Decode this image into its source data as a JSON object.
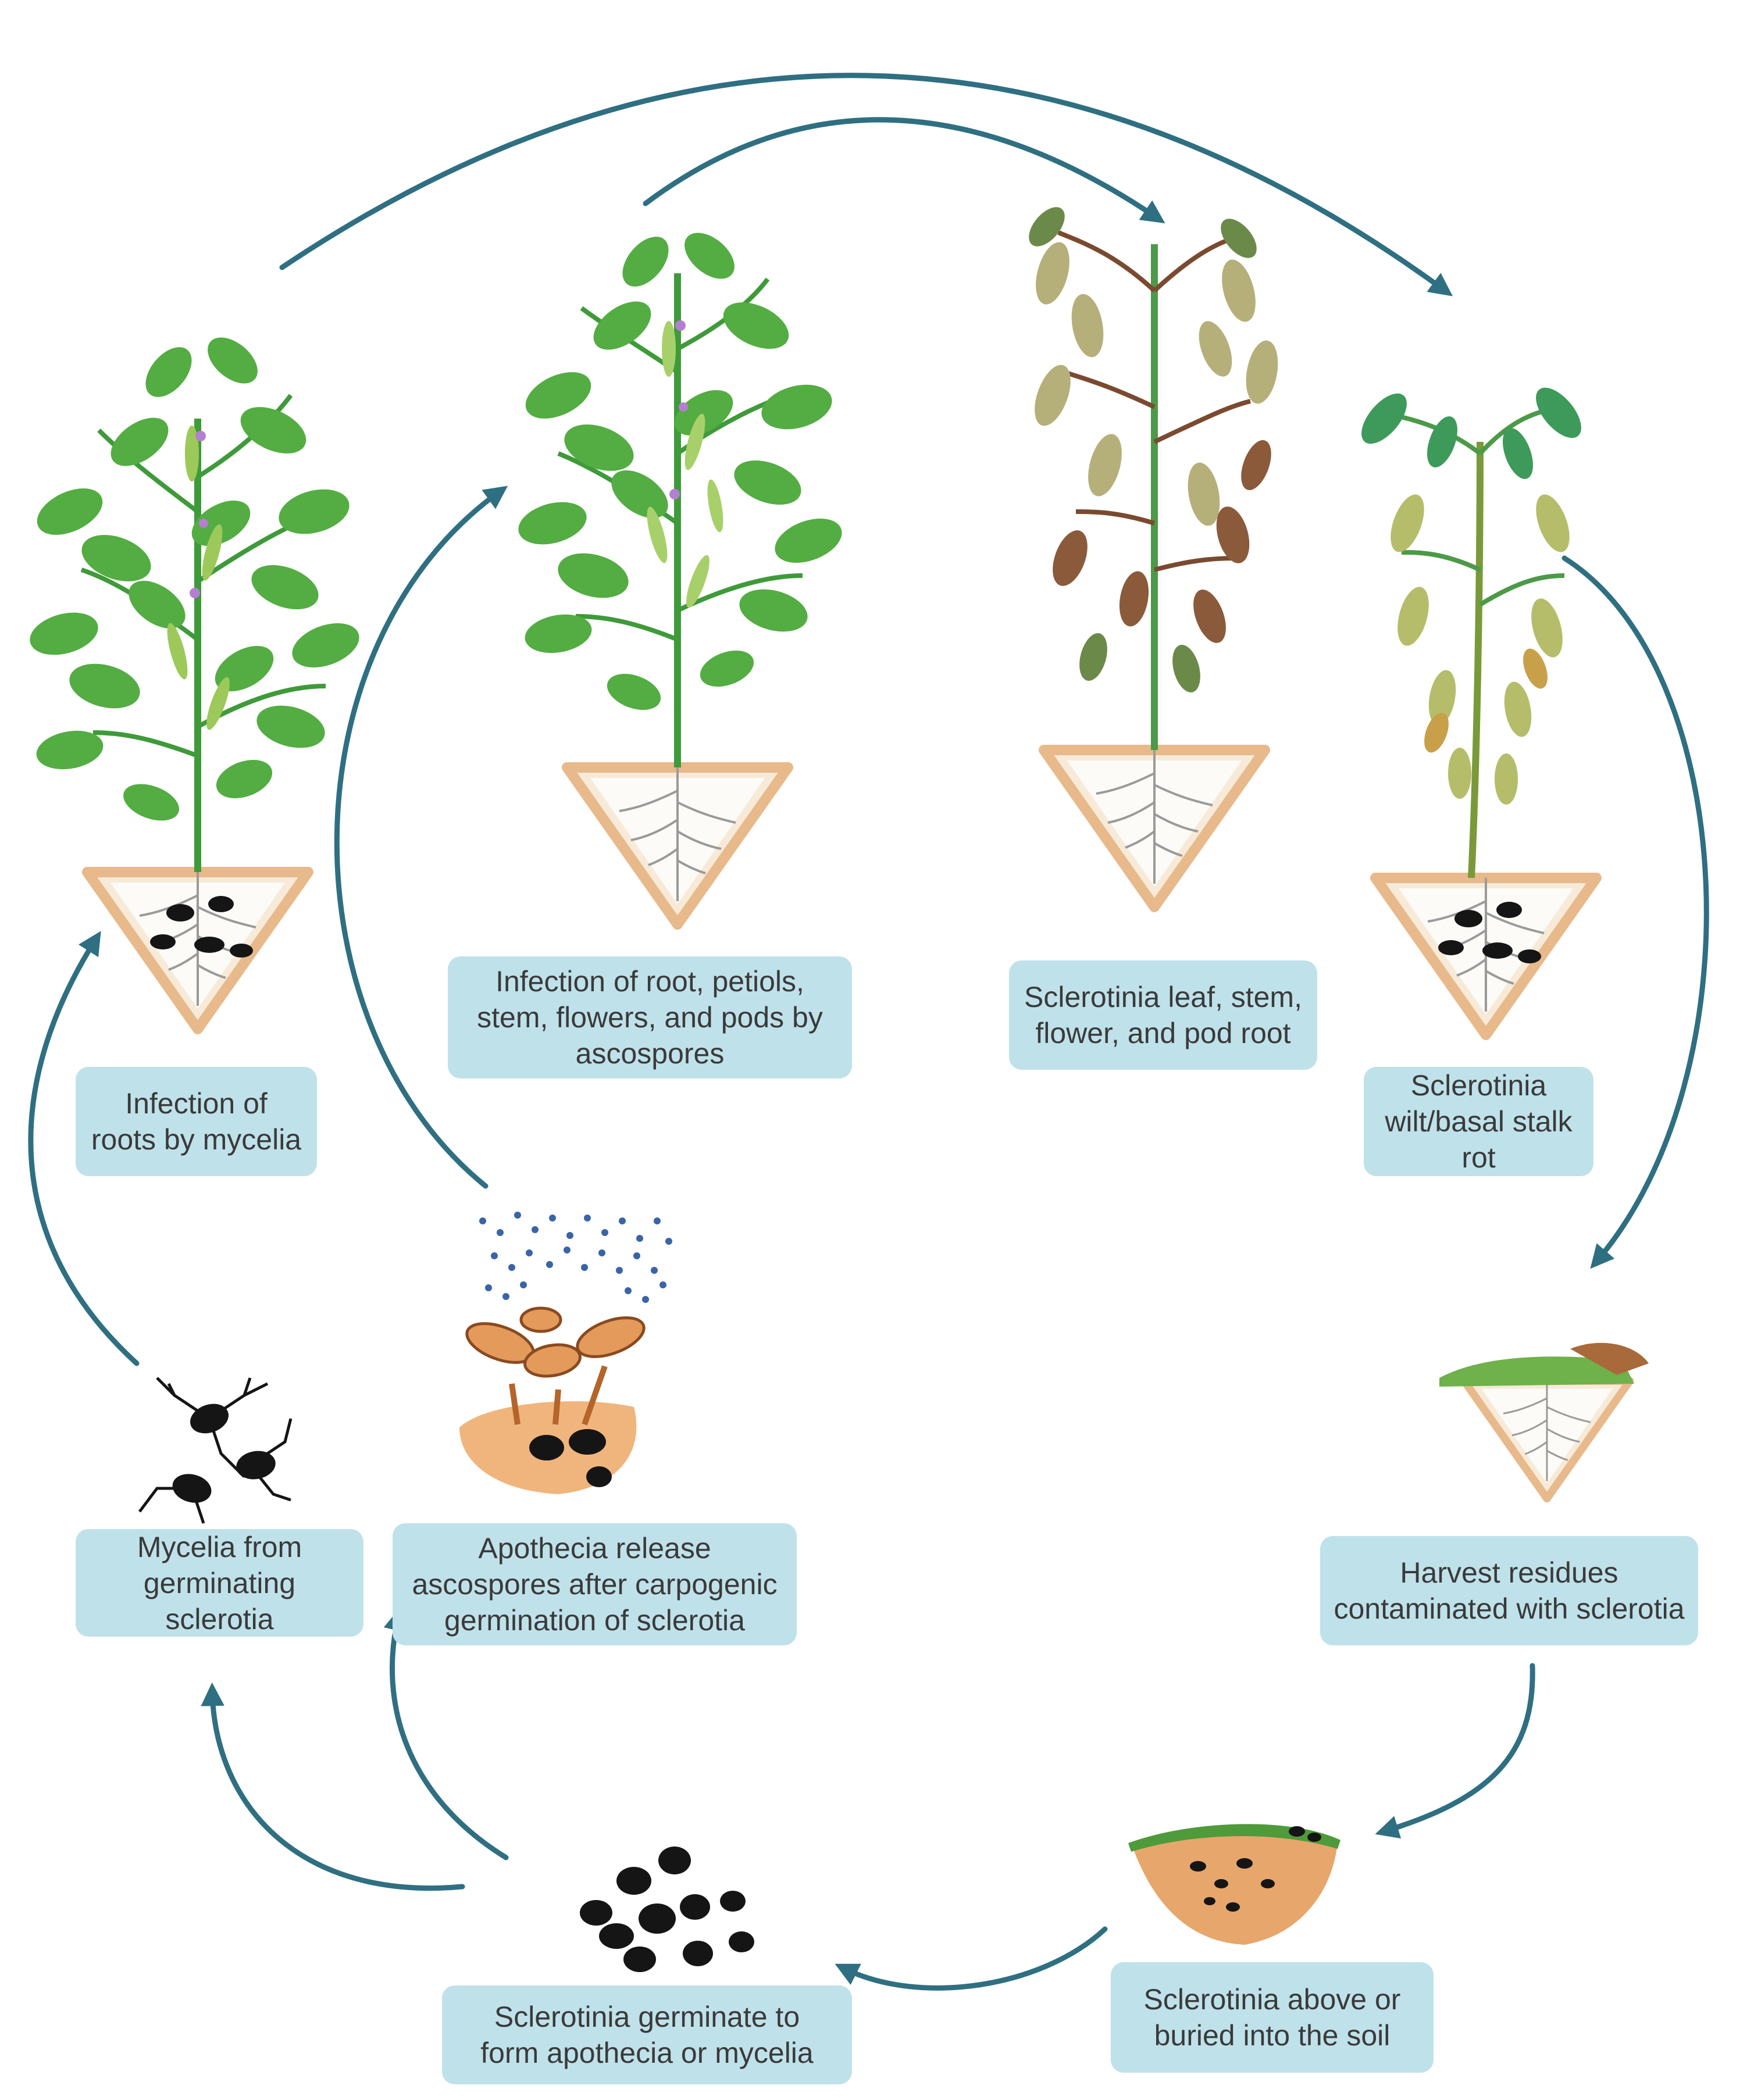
{
  "labels": {
    "roots_mycelia": "Infection of\nroots by mycelia",
    "ascospores_infection": "Infection of root, petiols,\nstem, flowers, and pods by\nascospores",
    "leaf_stem_rot": "Sclerotinia leaf, stem,\nflower, and pod root",
    "wilt_basal": "Sclerotinia\nwilt/basal stalk rot",
    "harvest_residues": "Harvest residues\ncontaminated with sclerotia",
    "soil": "Sclerotinia above or\nburied into the soil",
    "germinate": "Sclerotinia germinate to\nform apothecia or mycelia",
    "apothecia": "Apothecia release\nascospores after carpogenic\ngermination of sclerotia",
    "mycelia": "Mycelia from\ngerminating sclerotia"
  },
  "colors": {
    "arrow": "#2f6f82",
    "label_bg": "#bfe1ea",
    "healthy_leaf": "#4faa3e",
    "soil_light": "#f6e7d2",
    "soil_dark": "#e7a66b",
    "sclerotia": "#151515"
  }
}
